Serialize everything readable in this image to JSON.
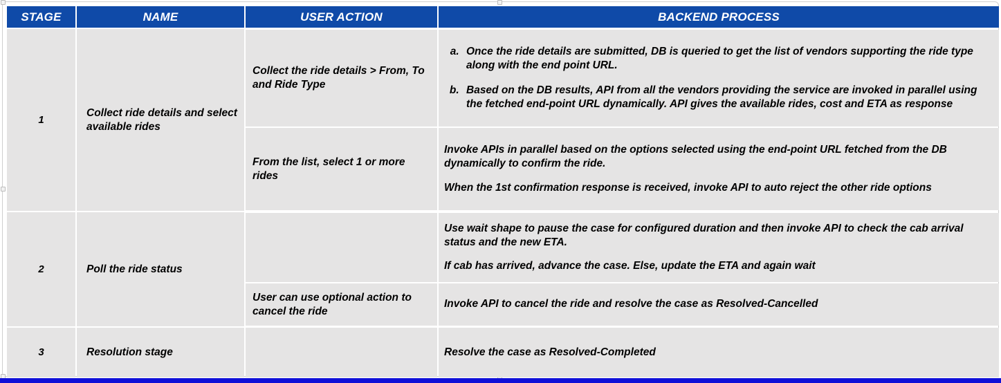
{
  "table": {
    "headers": [
      {
        "id": "stage",
        "label": "STAGE"
      },
      {
        "id": "name",
        "label": "NAME"
      },
      {
        "id": "action",
        "label": "USER ACTION"
      },
      {
        "id": "backend",
        "label": "BACKEND PROCESS"
      }
    ],
    "colors": {
      "header_background": "#0F4AA8",
      "header_text": "#FFFFFF",
      "cell_background": "#E5E4E4",
      "cell_text": "#000000",
      "grid_line": "#FFFFFF",
      "bottom_bar": "#1010D8"
    },
    "rows": [
      {
        "stage": "1",
        "name": "Collect ride details and select available rides",
        "subrows": [
          {
            "action": "Collect the ride details > From, To and Ride Type",
            "backend_list": [
              "Once the ride details are submitted, DB is queried to get the list of vendors supporting the ride type along with the end point URL.",
              "Based on the DB results, API from all the vendors providing the service are invoked in parallel using the fetched end-point URL dynamically. API gives the available rides, cost and ETA as response"
            ]
          },
          {
            "action": "From the list, select 1 or more rides",
            "backend_paragraphs": [
              "Invoke APIs in parallel based on the options selected using the end-point URL fetched from the DB dynamically to confirm the ride.",
              "When the 1st confirmation response is received, invoke API to auto reject the other ride options"
            ]
          }
        ]
      },
      {
        "stage": "2",
        "name": "Poll the ride status",
        "subrows": [
          {
            "action": "",
            "backend_paragraphs": [
              "Use wait shape to pause the case for configured duration and then invoke API to check the cab arrival status and the new ETA.",
              "If cab has arrived, advance the case. Else, update the ETA and again wait"
            ]
          },
          {
            "action": "User can use optional action to cancel the ride",
            "backend_paragraphs": [
              "Invoke API to cancel the ride and resolve the case as Resolved-Cancelled"
            ]
          }
        ]
      },
      {
        "stage": "3",
        "name": "Resolution stage",
        "subrows": [
          {
            "action": "",
            "backend_paragraphs": [
              "Resolve the case as Resolved-Completed"
            ]
          }
        ]
      }
    ]
  }
}
